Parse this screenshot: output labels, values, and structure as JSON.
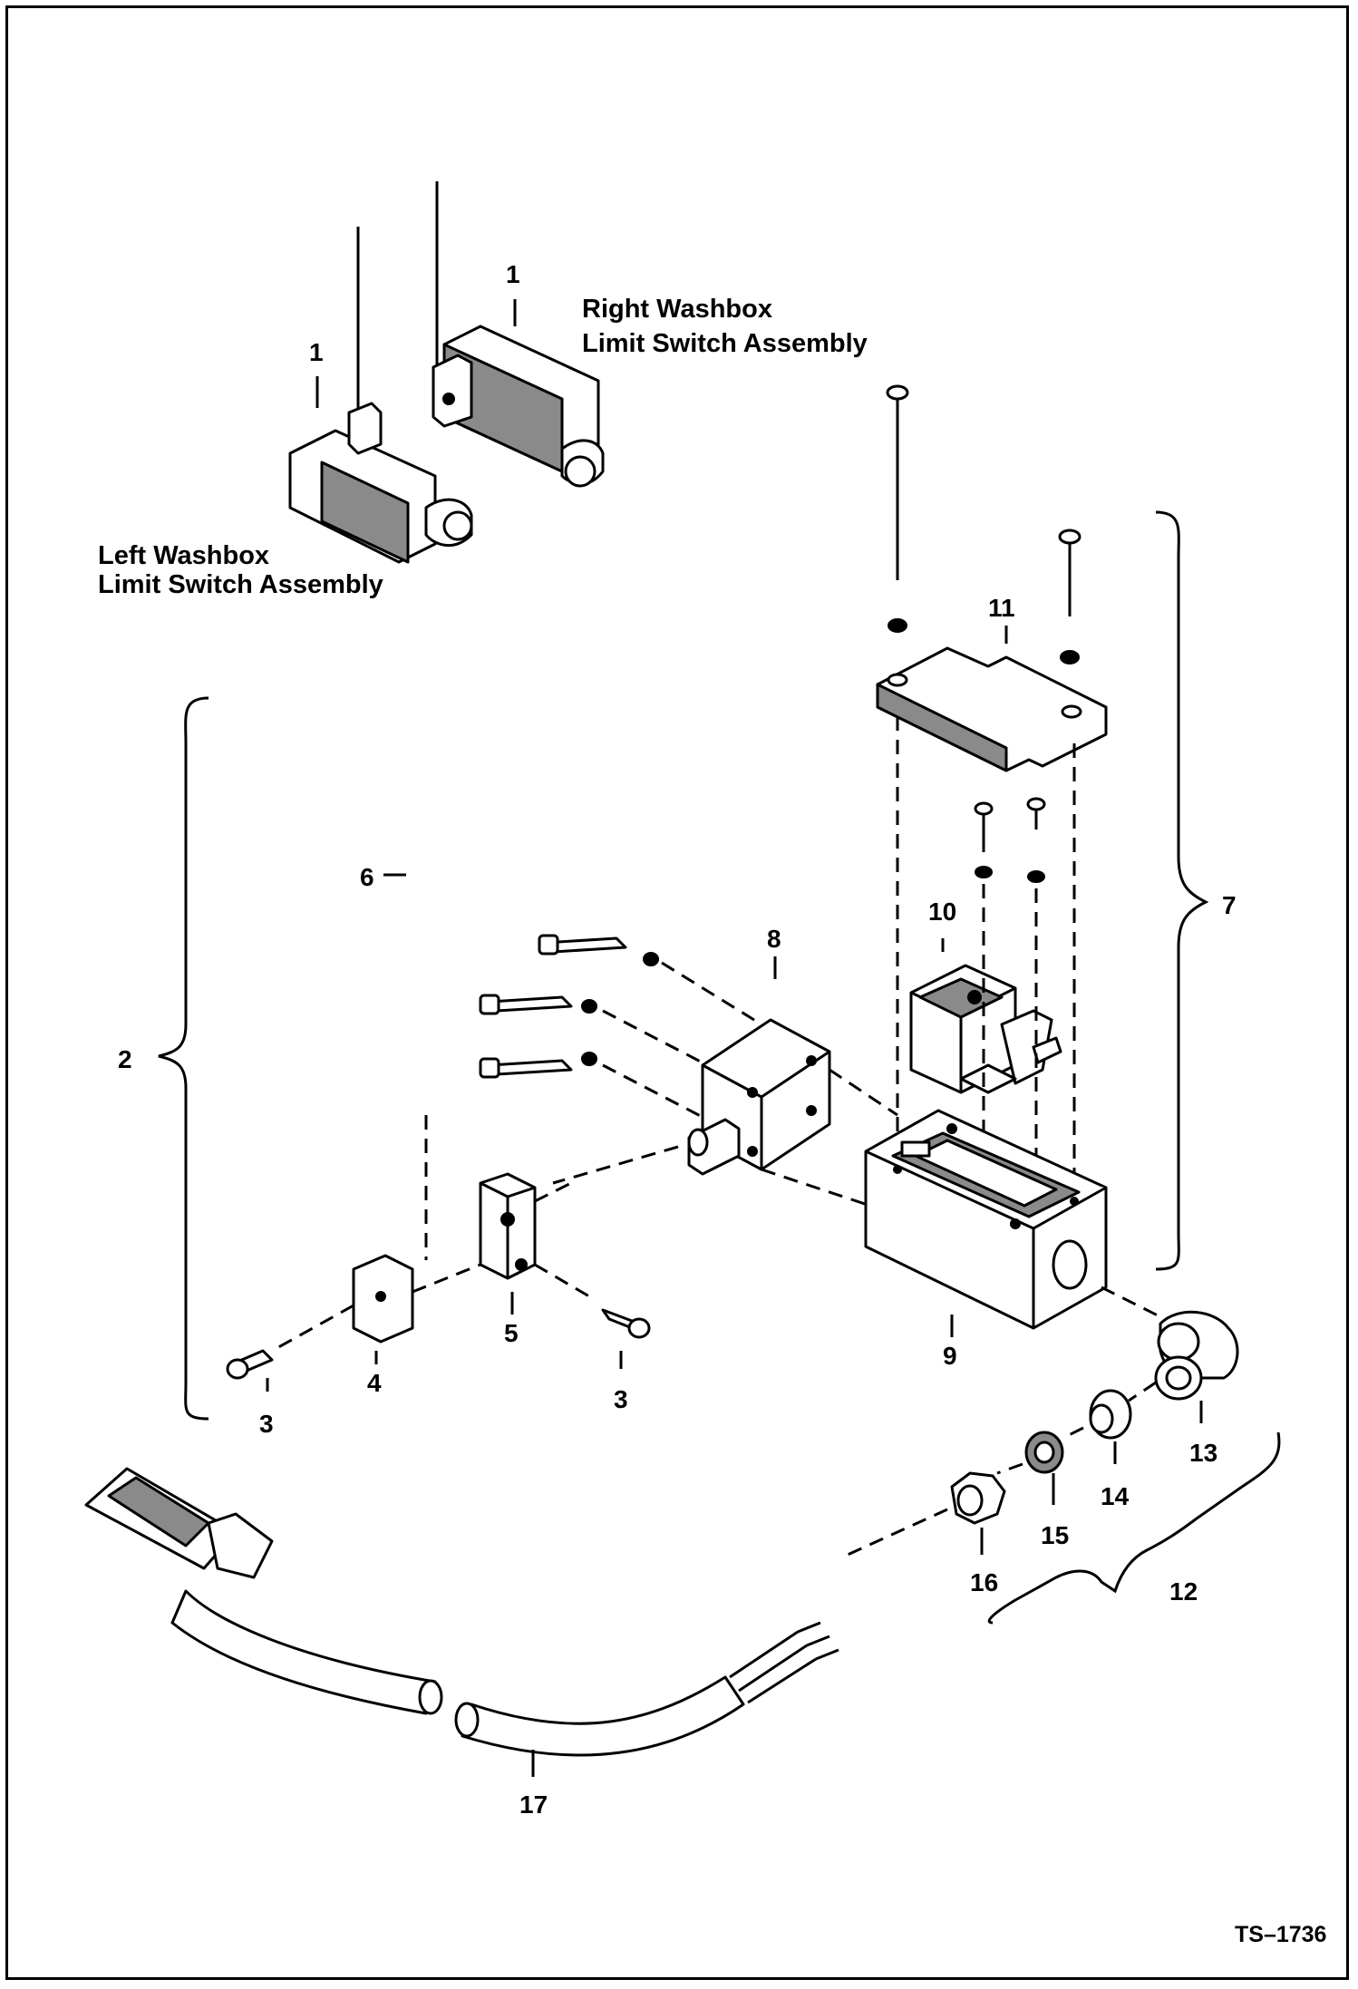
{
  "drawing": {
    "code": "TS–1736",
    "captions": {
      "right_washbox": [
        "Right Washbox",
        "Limit Switch Assembly"
      ],
      "left_washbox": [
        "Left Washbox",
        "Limit Switch Assembly"
      ]
    },
    "callouts": {
      "c1_right": "1",
      "c1_left": "1",
      "c2": "2",
      "c3_left": "3",
      "c3_right": "3",
      "c4": "4",
      "c5": "5",
      "c6": "6",
      "c7": "7",
      "c8": "8",
      "c9": "9",
      "c10": "10",
      "c11": "11",
      "c12": "12",
      "c13": "13",
      "c14": "14",
      "c15": "15",
      "c16": "16",
      "c17": "17"
    }
  }
}
